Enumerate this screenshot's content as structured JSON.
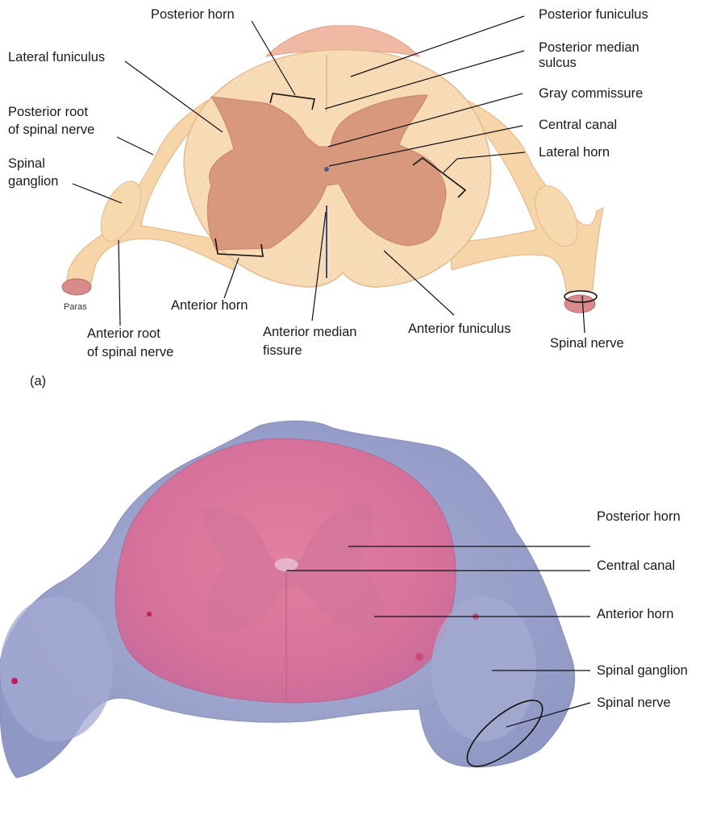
{
  "panel_a": {
    "panel_label": "(a)",
    "credit": "Paras",
    "labels": {
      "posterior_horn": "Posterior horn",
      "posterior_funiculus": "Posterior funiculus",
      "posterior_median_sulcus_1": "Posterior median",
      "posterior_median_sulcus_2": "sulcus",
      "lateral_funiculus": "Lateral funiculus",
      "gray_commissure": "Gray commissure",
      "posterior_root_1": "Posterior root",
      "posterior_root_2": "of spinal nerve",
      "central_canal": "Central canal",
      "lateral_horn": "Lateral horn",
      "spinal_ganglion_1": "Spinal",
      "spinal_ganglion_2": "ganglion",
      "anterior_horn": "Anterior horn",
      "anterior_root_1": "Anterior root",
      "anterior_root_2": "of spinal nerve",
      "anterior_median_fissure_1": "Anterior median",
      "anterior_median_fissure_2": "fissure",
      "anterior_funiculus": "Anterior funiculus",
      "spinal_nerve": "Spinal nerve"
    },
    "colors": {
      "white_matter": "#f8dcb8",
      "gray_matter": "#d7987e",
      "nerve": "#f6d5a8",
      "meninges": "#f0b9a4"
    }
  },
  "panel_b": {
    "labels": {
      "posterior_horn": "Posterior horn",
      "central_canal": "Central canal",
      "anterior_horn": "Anterior horn",
      "spinal_ganglion": "Spinal ganglion",
      "spinal_nerve": "Spinal nerve"
    },
    "colors": {
      "stain_pink": "#d96a92",
      "stain_blue": "#9ea6cc"
    }
  }
}
